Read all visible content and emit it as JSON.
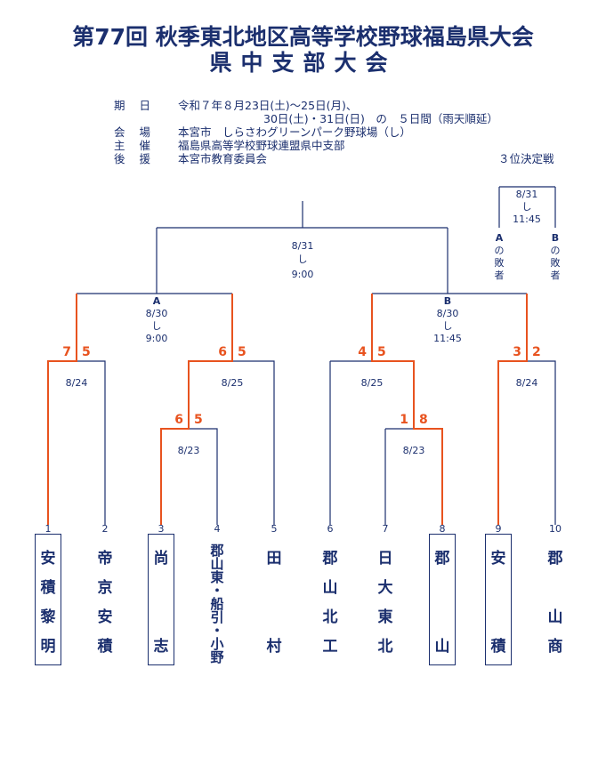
{
  "title": {
    "line1": "第77回 秋季東北地区高等学校野球福島県大会",
    "line2": "県中支部大会"
  },
  "info": [
    {
      "label": "期日",
      "lines": [
        "令和７年８月23日(土)～25日(月)、",
        "30日(土)・31日(日)　の　５日間（雨天順延）"
      ]
    },
    {
      "label": "会場",
      "lines": [
        "本宮市　しらさわグリーンパーク野球場（し）"
      ]
    },
    {
      "label": "主催",
      "lines": [
        "福島県高等学校野球連盟県中支部"
      ]
    },
    {
      "label": "後援",
      "lines": [
        "本宮市教育委員会"
      ]
    }
  ],
  "third_place": {
    "title": "３位決定戦",
    "date": "8/31",
    "venue": "し",
    "time": "11:45",
    "slot_a": [
      "A",
      "の",
      "敗",
      "者"
    ],
    "slot_b": [
      "B",
      "の",
      "敗",
      "者"
    ]
  },
  "final": {
    "date": "8/31",
    "venue": "し",
    "time": "9:00"
  },
  "semis": [
    {
      "label": "A",
      "date": "8/30",
      "venue": "し",
      "time": "9:00"
    },
    {
      "label": "B",
      "date": "8/30",
      "venue": "し",
      "time": "11:45"
    }
  ],
  "matches": [
    {
      "id": "m1",
      "date": "8/24",
      "score_left": "7",
      "score_right": "5"
    },
    {
      "id": "m2",
      "date": "8/25",
      "score_left": "6",
      "score_right": "5"
    },
    {
      "id": "m3",
      "date": "8/23",
      "score_left": "6",
      "score_right": "5"
    },
    {
      "id": "m4",
      "date": "8/25",
      "score_left": "4",
      "score_right": "5"
    },
    {
      "id": "m5",
      "date": "8/23",
      "score_left": "1",
      "score_right": "8"
    },
    {
      "id": "m6",
      "date": "8/24",
      "score_left": "3",
      "score_right": "2"
    }
  ],
  "teams": [
    {
      "num": "1",
      "name": "安積黎明",
      "chars": [
        "安",
        "積",
        "黎",
        "明"
      ],
      "boxed": true
    },
    {
      "num": "2",
      "name": "帝京安積",
      "chars": [
        "帝",
        "京",
        "安",
        "積"
      ],
      "boxed": false
    },
    {
      "num": "3",
      "name": "尚志",
      "chars": [
        "尚",
        "",
        "",
        "志"
      ],
      "boxed": true
    },
    {
      "num": "4",
      "name": "郡山東・船引・小野",
      "chars": [
        "郡",
        "山",
        "東",
        "・",
        "船",
        "引",
        "・",
        "小",
        "野"
      ],
      "boxed": false
    },
    {
      "num": "5",
      "name": "田村",
      "chars": [
        "田",
        "",
        "",
        "村"
      ],
      "boxed": false
    },
    {
      "num": "6",
      "name": "郡山北工",
      "chars": [
        "郡",
        "山",
        "北",
        "工"
      ],
      "boxed": false
    },
    {
      "num": "7",
      "name": "日大東北",
      "chars": [
        "日",
        "大",
        "東",
        "北"
      ],
      "boxed": false
    },
    {
      "num": "8",
      "name": "郡山",
      "chars": [
        "郡",
        "",
        "",
        "山"
      ],
      "boxed": true
    },
    {
      "num": "9",
      "name": "安積",
      "chars": [
        "安",
        "",
        "",
        "積"
      ],
      "boxed": true
    },
    {
      "num": "10",
      "name": "郡山商",
      "chars": [
        "郡",
        "",
        "山",
        "商"
      ],
      "boxed": false
    }
  ],
  "colors": {
    "navy": "#1b2f6e",
    "winner": "#e8531f",
    "line": "#1b2f6e"
  }
}
